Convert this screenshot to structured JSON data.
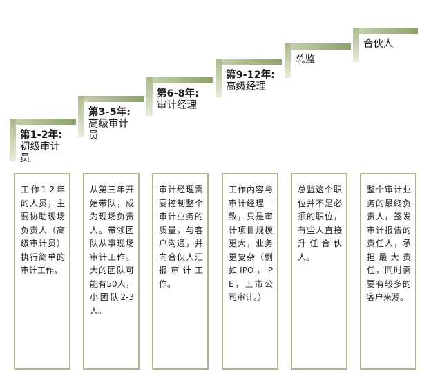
{
  "colors": {
    "accent": "#8da06a",
    "box_border": "#a7b98c"
  },
  "steps": [
    {
      "years": "第1-2年:",
      "role": "初级审计员"
    },
    {
      "years": "第3-5年:",
      "role": "高级审计员"
    },
    {
      "years": "第6-8年:",
      "role": "审计经理"
    },
    {
      "years": "第9-12年:",
      "role": "高级经理"
    },
    {
      "years": "",
      "role": "总监"
    },
    {
      "years": "",
      "role": "合伙人"
    }
  ],
  "descriptions": [
    "工作1-2年的人员，主要协助现场负责人（高级审计员）执行简单的审计工作。",
    "从第三年开始带队，成为现场负责人。带领团队从事现场审计工作。大的团队可能有50人，小团队2-3人。",
    "审计经理需要控制整个审计业务的质量，与客户沟通，并向合伙人汇报审计工作。",
    "工作内容与审计经理一致，只是审计项目规模更大，业务更复杂（例如IPO，PE，上市公司审计。）",
    "总监这个职位并不是必须的职位，有些人直接升任合伙人。",
    "整个审计业务的最终负责人，签发审计报告的责任人，承担最大责任，同时需要有较多的客户来源。"
  ]
}
